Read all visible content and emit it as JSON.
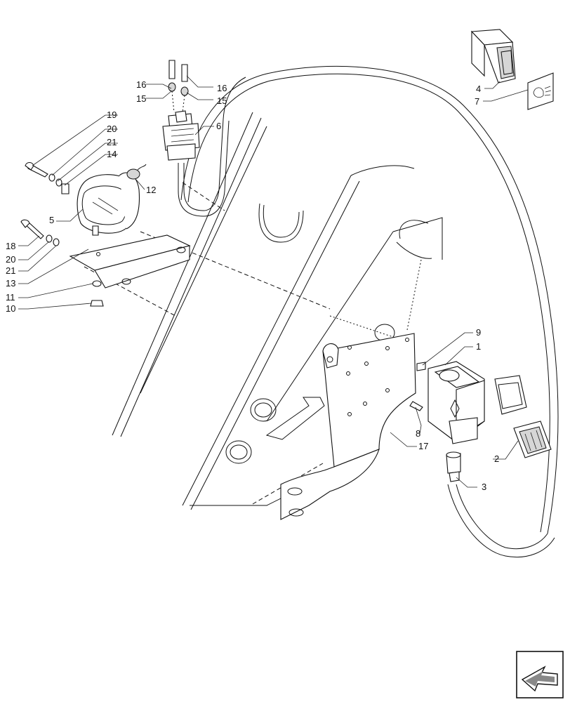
{
  "callouts": {
    "c1": "1",
    "c2": "2",
    "c3": "3",
    "c4": "4",
    "c5": "5",
    "c6": "6",
    "c7": "7",
    "c8": "8",
    "c9": "9",
    "c10": "10",
    "c11": "11",
    "c12": "12",
    "c13": "13",
    "c14": "14",
    "c15a": "15",
    "c15b": "15",
    "c16a": "16",
    "c16b": "16",
    "c17": "17",
    "c18": "18",
    "c19": "19",
    "c20a": "20",
    "c20b": "20",
    "c21a": "21",
    "c21b": "21"
  },
  "icons": {
    "nav": "next-page-arrow-icon",
    "worklight_symbol": "worklight-icon"
  }
}
